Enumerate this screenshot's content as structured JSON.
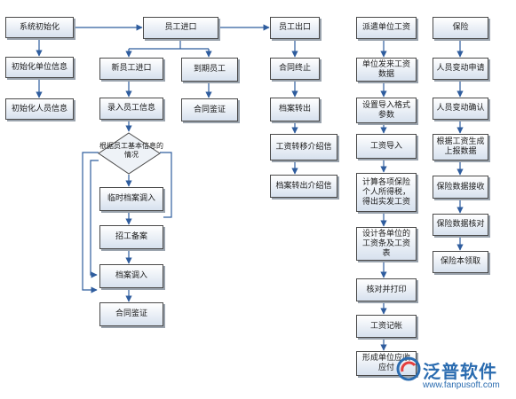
{
  "nodes": {
    "sys_init": "系统初始化",
    "init_unit": "初始化单位信息",
    "init_staff": "初始化人员信息",
    "entry": "员工进口",
    "new_entry": "新员工进口",
    "record_info": "录入员工信息",
    "decision": "根据员工基本信息的情况",
    "temp_transfer": "临时档案调入",
    "recruit_record": "招工备案",
    "file_transfer_in": "档案调入",
    "contract_sign_a": "合同鉴证",
    "expire": "到期员工",
    "contract_sign_b": "合同鉴证",
    "exit": "员工出口",
    "contract_end": "合同终止",
    "file_out": "档案转出",
    "salary_transfer": "工资转移介绍信",
    "file_transfer_letter": "档案转出介绍信",
    "dispatch_salary": "派遣单位工资",
    "unit_salary_data": "单位发来工资数据",
    "import_params": "设置导入格式参数",
    "salary_import": "工资导入",
    "calc_insurance": "计算各项保险个人所得税，得出实发工资",
    "design_tables": "设计各单位的工资条及工资表",
    "check_print": "核对并打印",
    "salary_booking": "工资记帐",
    "receivable": "形成单位应收应付",
    "insurance": "保险",
    "staff_change_apply": "人员变动申请",
    "staff_change_confirm": "人员变动确认",
    "report_data": "根据工资生成上报数据",
    "insurance_receive": "保险数据接收",
    "insurance_check": "保险数据核对",
    "insurance_collect": "保险本领取"
  },
  "logo": {
    "name": "泛普软件",
    "url": "www.fanpusoft.com"
  },
  "colors": {
    "arrow": "#2f5d9e",
    "border": "#4a4a4a",
    "fill_top": "#ffffff",
    "fill_bottom": "#d7e1ee",
    "logo": "#2b6cb0"
  }
}
